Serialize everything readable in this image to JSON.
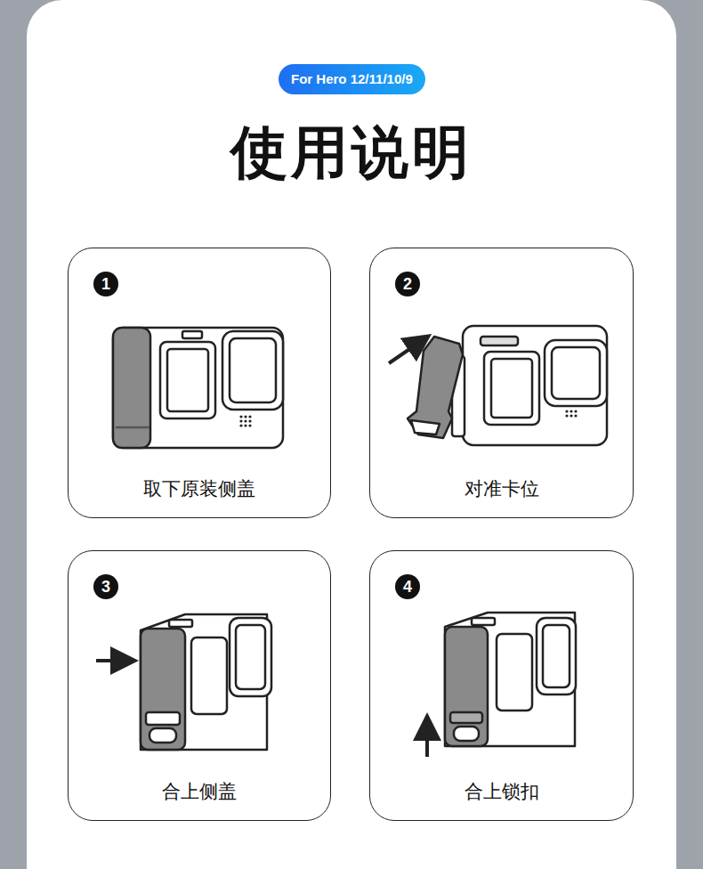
{
  "diagram": {
    "title": "使用说明",
    "nodes": [
      {
        "text": [
          "For Hero 12/11/10/9"
        ]
      },
      {
        "text": [
          "取下原装侧盖"
        ]
      },
      {
        "text": [
          "1"
        ],
        "in": 1
      },
      {
        "text": [
          "对准卡位"
        ]
      },
      {
        "text": [
          "2"
        ],
        "in": 3
      },
      {
        "text": [
          "合上侧盖"
        ]
      },
      {
        "text": [
          "3"
        ],
        "in": 5
      },
      {
        "text": [
          "合上锁扣"
        ]
      },
      {
        "text": [
          "4"
        ],
        "in": 7
      }
    ]
  }
}
